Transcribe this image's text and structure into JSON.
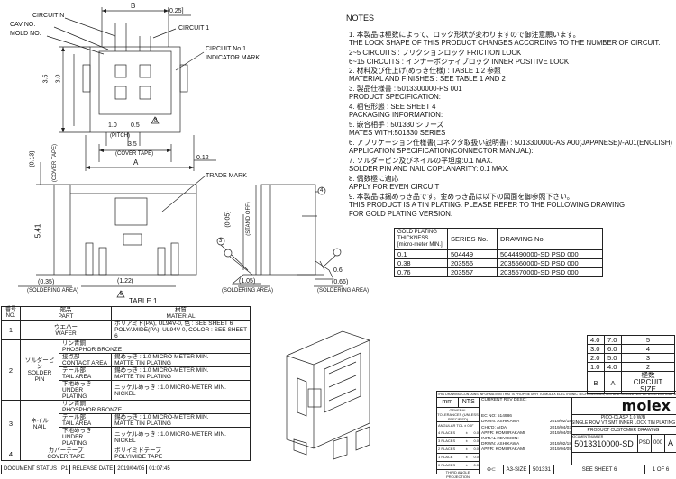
{
  "labels": {
    "circuit_n": "CIRCUIT N",
    "cav_no": "CAV NO.",
    "mold_no": "MOLD NO.",
    "circuit_1": "CIRCUIT 1",
    "circuit_no1": "CIRCUIT No.1",
    "indicator_mark": "INDICATOR MARK",
    "trade_mark": "TRADE MARK",
    "soldering_area_l": "(SOLDERING AREA)",
    "soldering_area_r": "(SOLDERING AREA)",
    "stand_off": "(STAND OFF)",
    "pitch": "(PITCH)",
    "cover_tape": "(COVER TAPE)",
    "cover_tape_v": "(COVER TAPE)",
    "table1": "TABLE 1",
    "note_ref": "8",
    "note_ref2": "5"
  },
  "dims": {
    "B": "B",
    "d025": "[0.25]",
    "d35a": "3.5",
    "d30": "3.0",
    "d10": "1.0",
    "d05": "0.5",
    "d35b": "3.5",
    "A": "A",
    "d012": "0.12",
    "d013": "(0.13)",
    "d541": "5.41",
    "d005": "(0.05)",
    "d035": "(0.35)",
    "d122": "(1.22)",
    "d105": "(1.05)",
    "d06": "0.6",
    "d066": "(0.66)",
    "c3": "3",
    "c4": "4"
  },
  "notes": {
    "title": "NOTES",
    "lines": [
      "1. 本製品は極数によって、ロック形状が変わりますので御注意願います。",
      "    THE LOCK SHAPE OF THIS PRODUCT CHANGES ACCORDING TO THE NUMBER OF CIRCUIT.",
      "    2~5 CIRCUITS : フリクションロック FRICTION LOCK",
      "    6~15 CIRCUITS : インナーポジティブロック INNER POSITIVE LOCK",
      "2. 材料及び仕上げ(めっき仕様) : TABLE 1,2 参照",
      "    MATERIAL AND FINISHES : SEE TABLE 1 AND 2",
      "3. 製品仕様書 : 5013300000-PS 001",
      "    PRODUCT SPECIFICATION:",
      "4. 梱包形態 : SEE SHEET 4",
      "    PACKAGING INFORMATION:",
      "5. 嵌合相手 : 501330 シリーズ",
      "    MATES WITH:501330 SERIES",
      "6. アプリケーション仕様書(コネクタ取扱い説明書) : 5013300000-AS A00(JAPANESE)/-A01(ENGLISH)",
      "    APPLICATION SPECIFICATION(CONNECTOR MANUAL):",
      "7. ソルダーピン及びネイルの平坦度:0.1 MAX.",
      "    SOLDER PIN AND NAIL COPLANARITY: 0.1 MAX.",
      "8. 偶数極に適応",
      "    APPLY FOR EVEN CIRCUIT",
      "9. 本製品は錫めっき品です。金めっき品は以下の図面を御参照下さい。",
      "    THIS PRODUCT IS A TIN PLATING. PLEASE REFER TO THE FOLLOWING DRAWING",
      "    FOR GOLD PLATING VERSION."
    ]
  },
  "gold_table": {
    "headers": [
      "GOLD PLATING THICKNESS [micro-meter MIN.]",
      "SERIES No.",
      "DRAWING No."
    ],
    "rows": [
      [
        "0.1",
        "504449",
        "5044490000-SD PSD 000"
      ],
      [
        "0.38",
        "203556",
        "2035560000-SD PSD 000"
      ],
      [
        "0.76",
        "203557",
        "2035570000-SD PSD 000"
      ]
    ]
  },
  "parts_table": {
    "header": [
      "番号",
      "部品",
      "材質"
    ],
    "header_en": [
      "NO.",
      "PART",
      "MATERIAL"
    ],
    "rows": [
      {
        "no": "1",
        "part_jp": "ウエハー",
        "part_en": "WAFER",
        "mat": [
          "ポリアミド(PA), UL94V-0, 色 : SEE SHEET 6",
          "POLYAMIDE(PA), UL94V-0, COLOR : SEE SHEET 6"
        ]
      },
      {
        "no": "2",
        "part_jp": "ソルダーピン",
        "part_en": "SOLDER PIN",
        "mat": [
          "リン青銅",
          "PHOSPHOR BRONZE"
        ],
        "sub": [
          [
            "接点部",
            "CONTACT AREA",
            "錫めっき : 1.0 MICRO-METER MIN.",
            "MATTE TIN PLATING"
          ],
          [
            "テール部",
            "TAIL AREA",
            "錫めっき : 1.0 MICRO-METER MIN.",
            "MATTE TIN PLATING"
          ],
          [
            "下地めっき",
            "UNDER PLATING",
            "ニッケルめっき : 1.0 MICRO-METER MIN.",
            "NICKEL"
          ]
        ]
      },
      {
        "no": "3",
        "part_jp": "ネイル",
        "part_en": "NAIL",
        "mat": [
          "リン青銅",
          "PHOSPHOR BRONZE"
        ],
        "sub": [
          [
            "テール部",
            "TAIL AREA",
            "錫めっき : 1.0 MICRO-METER MIN.",
            "MATTE TIN PLATING"
          ],
          [
            "下地めっき",
            "UNDER PLATING",
            "ニッケルめっき : 1.0 MICRO-METER MIN.",
            "NICKEL"
          ]
        ]
      },
      {
        "no": "4",
        "part_jp": "カバーテープ",
        "part_en": "COVER TAPE",
        "mat": [
          "ポリイミドテープ",
          "POLYIMIDE TAPE"
        ]
      }
    ]
  },
  "status_bar": {
    "doc_status_label": "DOCUMENT STATUS",
    "doc_status": "P1",
    "release_label": "RELEASE DATE",
    "release_date": "2019/04/05",
    "release_time": "01:07:45"
  },
  "circuit_table": {
    "rows": [
      [
        "4.0",
        "7.0",
        "5"
      ],
      [
        "3.0",
        "6.0",
        "4"
      ],
      [
        "2.0",
        "5.0",
        "3"
      ],
      [
        "1.0",
        "4.0",
        "2"
      ]
    ],
    "header": [
      "B",
      "A",
      "極数",
      "CIRCUIT SIZE"
    ]
  },
  "title_block": {
    "notice": "THIS DRAWING CONTAINS INFORMATION THAT IS PROPRIETARY TO MOLEX ELECTRONIC TECHNOLOGIES, LLC AND SHOULD NOT BE USED WITHOUT WRITTEN PERMISSION",
    "units": "mm",
    "scale": "NTS",
    "general_tol": "GENERAL TOLERANCES (UNLESS SPECIFIED)",
    "angular": "ANGULAR TOL ±  0.0°",
    "places": [
      [
        "4 PLACES",
        "±",
        "0.0"
      ],
      [
        "3 PLACES",
        "±",
        "0.0"
      ],
      [
        "2 PLACES",
        "±",
        "0.0"
      ],
      [
        "1 PLACE",
        "±",
        "0.0"
      ],
      [
        "0 PLACES",
        "±",
        "0.0"
      ]
    ],
    "current_rev": "CURRENT REV DESC:",
    "ec_no": "EC NO: 514986",
    "drwn": "DRWN: ASHIKAWA",
    "drwn_date": "2019/02/18",
    "chkd": "CHK'D: AIDA",
    "chkd_date": "2019/04/03",
    "apprd": "APPR: KOMURAKAMI",
    "apprd_date": "2019/04/05",
    "initial": "INITIAL REVISION:",
    "drwn2": "DRWN: ASHIKAWA",
    "drwn2_date": "2019/02/18",
    "apprd2": "APPR: KOMURAKAMI",
    "apprd2_date": "2019/04/05",
    "logo": "molex",
    "title1": "PICO-CLASP 1.0 W/B",
    "title2": "SINGLE ROW VT SMT INNER LOCK TIN PLATING",
    "product_drawing": "PRODUCT CUSTOMER DRAWING",
    "doc_number_label": "DOCUMENT NUMBER",
    "doc_number": "5013310000-SD",
    "doc_type": "PSD",
    "doc_part": "000",
    "rev": "A",
    "material_label": "MATERIAL NUMBER",
    "sheet_size": "A3-SIZE",
    "series": "501331",
    "see_sheet": "SEE SHEET 6",
    "sheet": "1 OF 6",
    "sheet_label": "SHEET NUMBER",
    "drawing_note": "THIRD ANGLE PROJECTION"
  }
}
